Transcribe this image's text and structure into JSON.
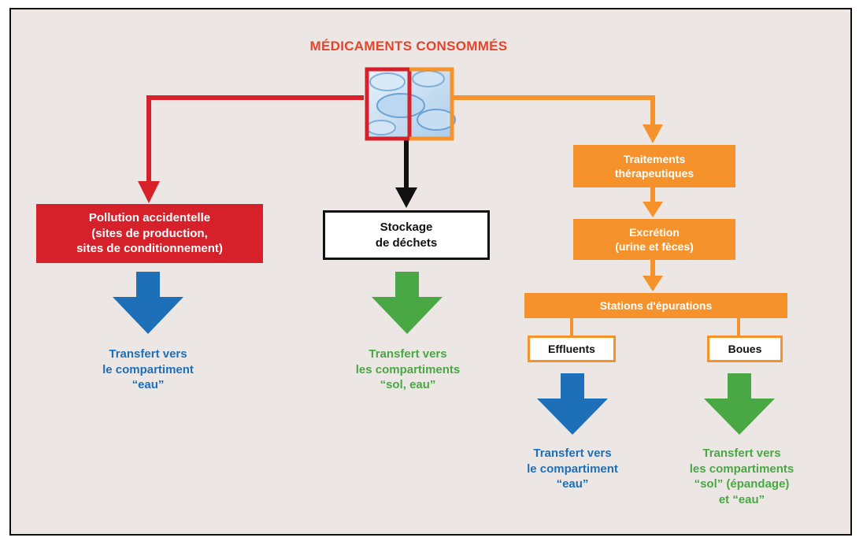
{
  "title": "MÉDICAMENTS CONSOMMÉS",
  "image": {
    "alt": "pills-photo-icon"
  },
  "boxes": {
    "pollution": "Pollution accidentelle\n(sites de production,\nsites de conditionnement)",
    "stockage": "Stockage\nde déchets",
    "traitements": "Traitements\nthérapeutiques",
    "excretion": "Excrétion\n(urine et fèces)",
    "stations": "Stations d'épurations",
    "effluents": "Effluents",
    "boues": "Boues"
  },
  "transfers": {
    "left": "Transfert vers\nle compartiment\n“eau”",
    "middle": "Transfert vers\nles compartiments\n“sol, eau”",
    "effluents": "Transfert vers\nle compartiment\n“eau”",
    "boues": "Transfert vers\nles compartiments\n“sol” (épandage)\net “eau”"
  },
  "colors": {
    "red": "#d6202a",
    "orange": "#f5922b",
    "black": "#111111",
    "blue": "#1d6fb8",
    "green": "#4aa844",
    "background": "#ece6e4"
  }
}
